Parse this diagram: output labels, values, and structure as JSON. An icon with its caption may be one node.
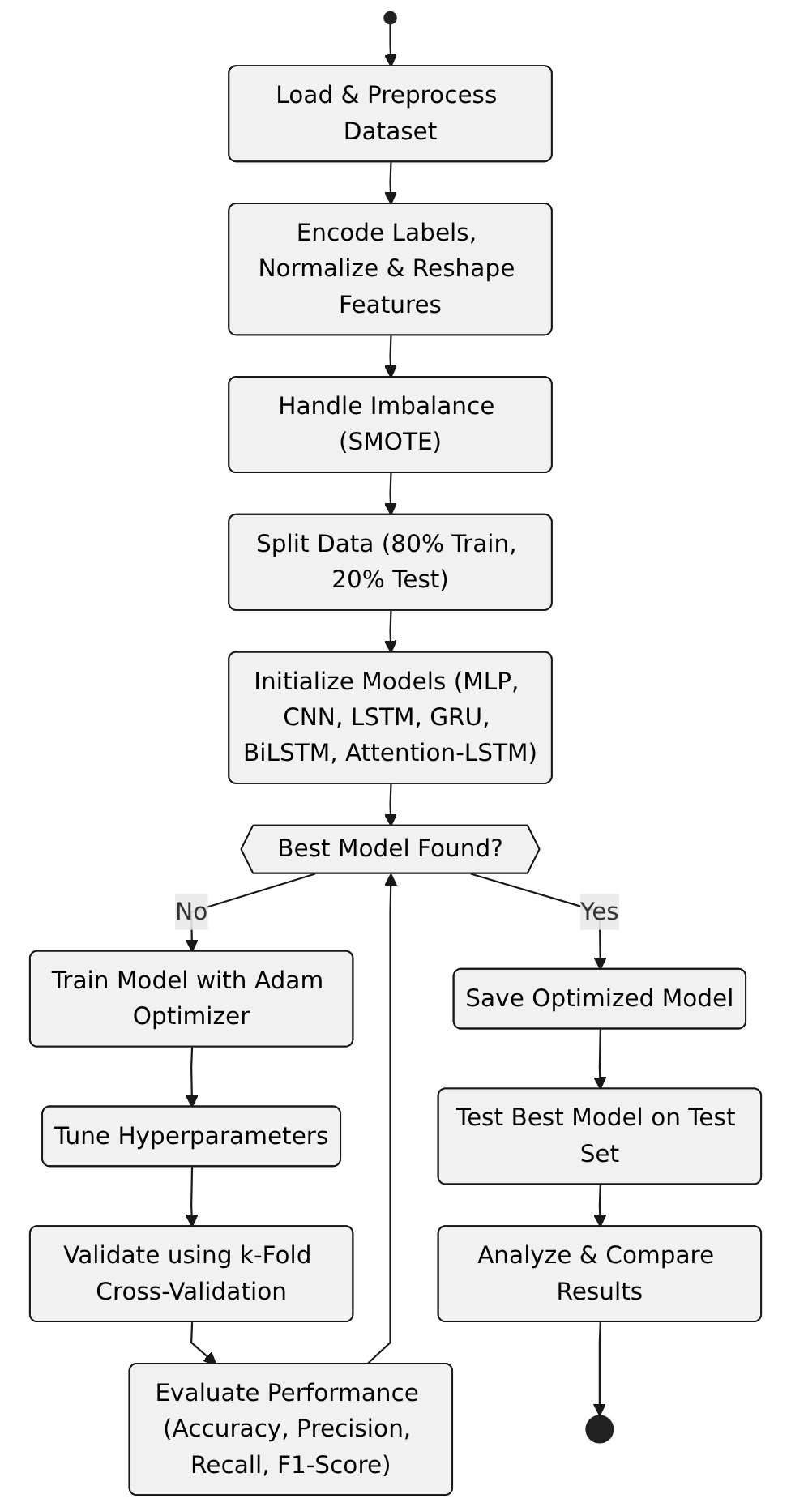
{
  "diagram": {
    "nodes": [
      {
        "text": [],
        "shape": "circle"
      },
      {
        "text": [
          "Load & Preprocess Dataset"
        ]
      },
      {
        "text": [
          "Encode Labels, Normalize & Reshape Features"
        ]
      },
      {
        "text": [
          "Handle Imbalance (SMOTE)"
        ]
      },
      {
        "text": [
          "Split Data (80% Train, 20% Test)"
        ]
      },
      {
        "text": [
          "Initialize Models (MLP, CNN, LSTM, GRU, BiLSTM, Attention-LSTM)"
        ]
      },
      {
        "text": [
          "Best Model Found?"
        ]
      },
      {
        "text": [
          "Train Model with Adam Optimizer"
        ]
      },
      {
        "text": [
          "Tune Hyperparameters"
        ]
      },
      {
        "text": [
          "Validate using k-Fold Cross-Validation"
        ]
      },
      {
        "text": [
          "Evaluate Performance (Accuracy, Precision, Recall, F1-Score)"
        ]
      },
      {
        "text": [
          "Save Optimized Model"
        ]
      },
      {
        "text": [
          "Test Best Model on Test Set"
        ]
      },
      {
        "text": [
          "Analyze & Compare Results"
        ]
      },
      {
        "text": [],
        "shape": "circle"
      }
    ],
    "edges": [
      {
        "from": 0,
        "to": 1,
        "arrow": "to"
      },
      {
        "from": 1,
        "to": 2,
        "arrow": "to"
      },
      {
        "from": 2,
        "to": 3,
        "arrow": "to"
      },
      {
        "from": 3,
        "to": 4,
        "arrow": "to"
      },
      {
        "from": 4,
        "to": 5,
        "arrow": "to"
      },
      {
        "from": 5,
        "to": 6,
        "arrow": "to"
      },
      {
        "from": 6,
        "to": 7,
        "label": "No",
        "arrow": "to"
      },
      {
        "from": 7,
        "to": 8,
        "arrow": "to"
      },
      {
        "from": 8,
        "to": 9,
        "arrow": "to"
      },
      {
        "from": 9,
        "to": 10,
        "arrow": "to"
      },
      {
        "from": 10,
        "to": 6,
        "arrow": "to"
      },
      {
        "from": 6,
        "to": 11,
        "label": "Yes",
        "arrow": "to"
      },
      {
        "from": 11,
        "to": 12,
        "arrow": "to"
      },
      {
        "from": 12,
        "to": 13,
        "arrow": "to"
      },
      {
        "from": 13,
        "to": 14,
        "arrow": "to"
      }
    ]
  }
}
